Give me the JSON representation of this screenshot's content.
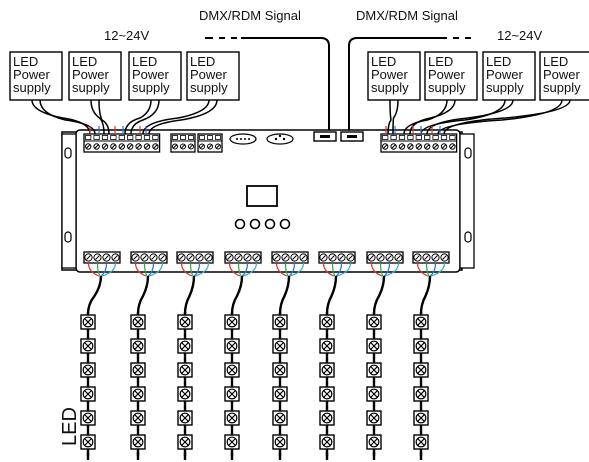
{
  "signal_labels": {
    "left": "DMX/RDM Signal",
    "right": "DMX/RDM Signal"
  },
  "voltage_labels": {
    "left": "12~24V",
    "right": "12~24V"
  },
  "power_supply": {
    "line1": "LED",
    "line2": "Power",
    "line3": "supply",
    "left_count": 4,
    "right_count": 4
  },
  "led_label": "LED",
  "controller": {
    "buttons": 4,
    "output_channels": 8,
    "leds_per_channel": 6
  },
  "colors": {
    "line": "#000000",
    "device_fill": "#ffffff",
    "wire_red": "#e03030",
    "wire_green": "#2aa84a",
    "wire_blue": "#3070d8",
    "wire_cyan": "#30b0c8"
  }
}
